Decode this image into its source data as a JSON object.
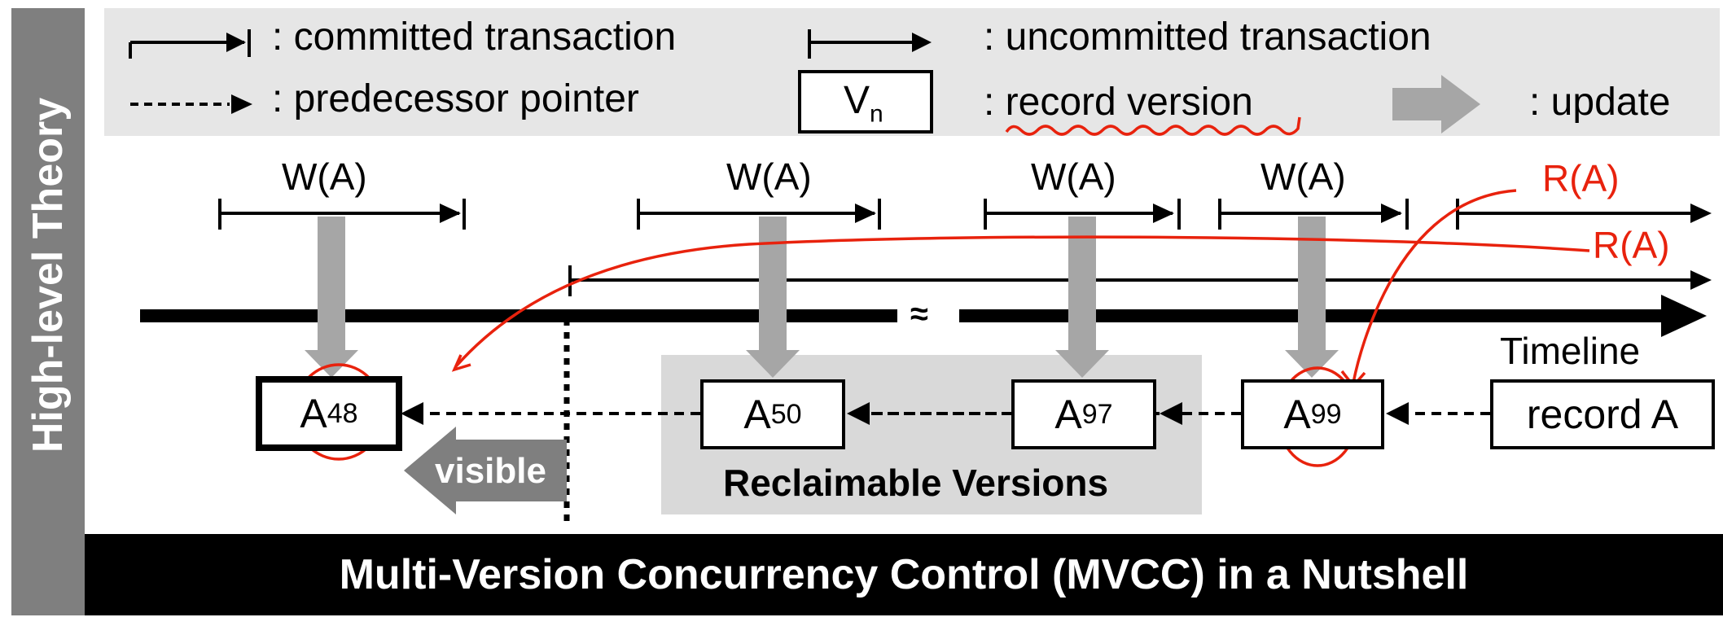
{
  "sidebar": {
    "label": "High-level Theory"
  },
  "legend": {
    "committed": ": committed transaction",
    "uncommitted": ": uncommitted transaction",
    "predecessor": ": predecessor pointer",
    "version_box_symbol": "V",
    "version_box_sub": "n",
    "record_version": ": record version",
    "update": ": update"
  },
  "transactions": {
    "writes": [
      "W(A)",
      "W(A)",
      "W(A)",
      "W(A)"
    ],
    "reads": [
      "R(A)",
      "R(A)"
    ]
  },
  "timeline": {
    "label": "Timeline",
    "break_mark": "≈"
  },
  "versions": [
    {
      "letter": "A",
      "number": "48"
    },
    {
      "letter": "A",
      "number": "50"
    },
    {
      "letter": "A",
      "number": "97"
    },
    {
      "letter": "A",
      "number": "99"
    }
  ],
  "record": {
    "label": "record A"
  },
  "visible_label": "visible",
  "reclaimable_label": "Reclaimable Versions",
  "footer": {
    "title": "Multi-Version Concurrency Control (MVCC) in a Nutshell"
  },
  "colors": {
    "annotation_red": "#e8220d",
    "update_gray": "#a6a6a6",
    "legend_bg": "#e6e6e6",
    "reclaim_bg": "#d9d9d9"
  }
}
